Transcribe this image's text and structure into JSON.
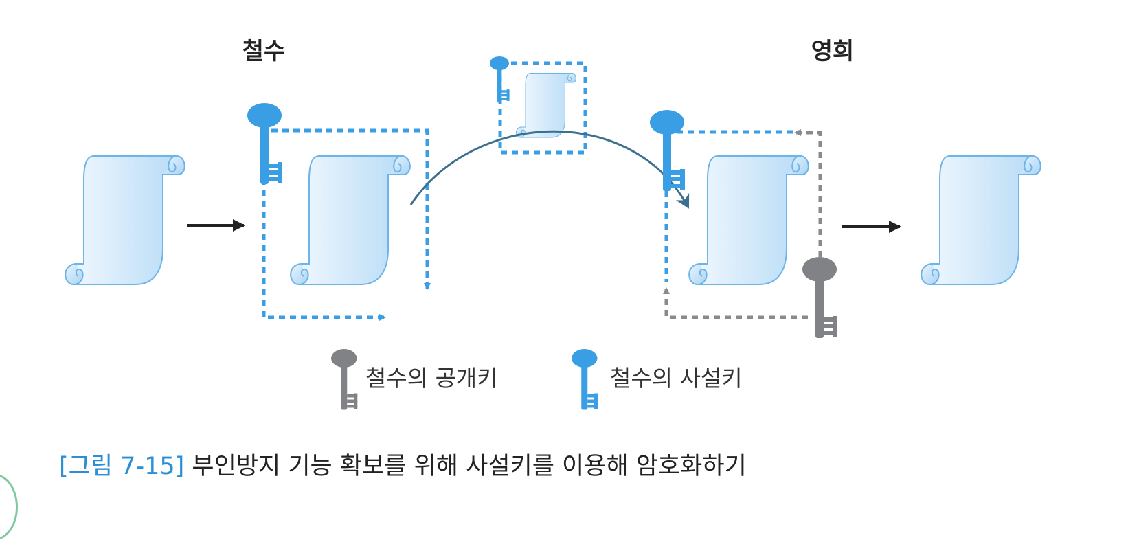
{
  "parties": {
    "sender": "철수",
    "receiver": "영희"
  },
  "legend": {
    "public_key_label": "철수의 공개키",
    "private_key_label": "철수의 사설키"
  },
  "caption": {
    "figure_number": "[그림 7-15]",
    "text": "부인방지 기능 확보를 위해 사설키를 이용해 암호화하기"
  },
  "colors": {
    "private_key": "#3a9ee4",
    "public_key": "#808285",
    "flow_arrow": "#222222",
    "transfer_arc": "#3d6f8f",
    "document_fill_light": "#f2f8fe",
    "document_fill_dark": "#b9dcf6",
    "document_outline": "#6cb5e8"
  }
}
